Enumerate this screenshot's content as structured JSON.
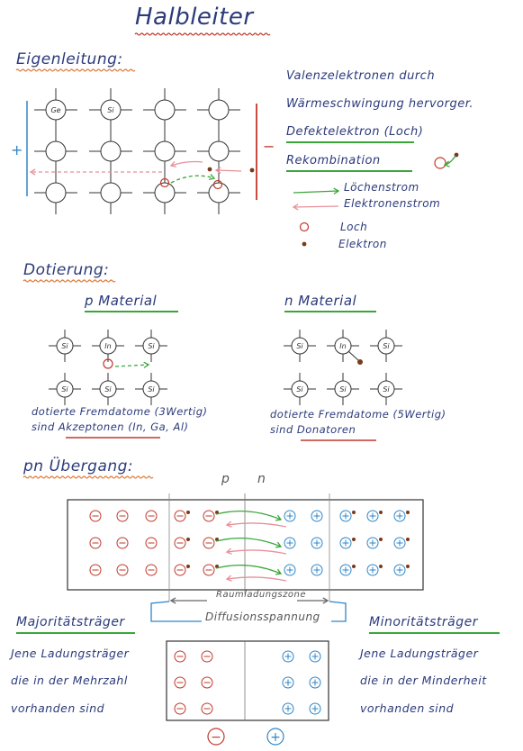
{
  "title": "Halbleiter",
  "colors": {
    "ink": "#2b3a7a",
    "grey": "#555555",
    "red": "#c0392b",
    "green": "#3aa63a",
    "orange": "#e07b39",
    "pink": "#e8909a",
    "blue": "#2f86c8",
    "electron": "#7a3a1a",
    "grid": "#333333"
  },
  "eigenleitung": {
    "heading": "Eigenleitung:",
    "atom_ge": "Ge",
    "atom_si": "Si",
    "plus_sign": "+",
    "minus_sign": "−",
    "notes": [
      "Valenzelektronen durch",
      "Wärmeschwingung hervorger.",
      "Defektelektron (Loch)",
      "Rekombination"
    ],
    "legend": {
      "hole_current": "Löchenstrom",
      "electron_current": "Elektronenstrom",
      "hole": "Loch",
      "electron": "Elektron"
    }
  },
  "dotierung": {
    "heading": "Dotierung:",
    "p_title": "p Material",
    "n_title": "n Material",
    "p_center": "In",
    "n_center": "In",
    "si": "Si",
    "p_text": [
      "dotierte Fremdatome (3Wertig)",
      "sind Akzeptonen (In, Ga, Al)"
    ],
    "p_keyword": "Akzeptonen",
    "n_text": [
      "dotierte Fremdatome (5Wertig)",
      "sind Donatoren"
    ],
    "n_keyword": "Donatoren"
  },
  "pn": {
    "heading": "pn Übergang:",
    "p_label": "p",
    "n_label": "n",
    "zone": "Raumladungszone",
    "diffusion": "Diffusionsspannung",
    "majority_title": "Majoritätsträger",
    "majority_text": [
      "Jene Ladungsträger",
      "die in der Mehrzahl",
      "vorhanden sind"
    ],
    "minority_title": "Minoritätsträger",
    "minority_text": [
      "Jene Ladungsträger",
      "die in der Minderheit",
      "vorhanden sind"
    ],
    "minus_symbol": "−",
    "plus_symbol": "+"
  }
}
